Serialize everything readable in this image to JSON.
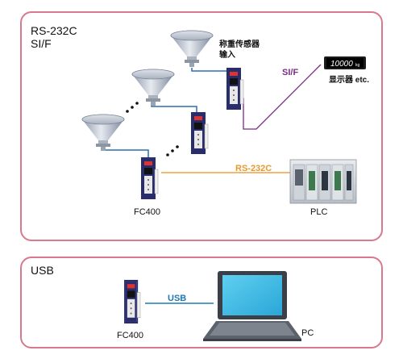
{
  "top_panel": {
    "title_line1": "RS-232C",
    "title_line2": "SI/F",
    "weigh_label_line1": "称重传感器",
    "weigh_label_line2": "输入",
    "sif_link_label": "SI/F",
    "display_value": "10000",
    "display_unit": "kg",
    "display_label": "显示器 etc.",
    "rs232c_link_label": "RS-232C",
    "controller_label": "FC400",
    "plc_label": "PLC"
  },
  "bottom_panel": {
    "title": "USB",
    "usb_link_label": "USB",
    "controller_label": "FC400",
    "pc_label": "PC"
  },
  "colors": {
    "panel_border": "#d9798d",
    "sif_line": "#7b2b86",
    "rs232c_line": "#f0a040",
    "rs232c_text": "#e69a2e",
    "usb_line": "#1f78b4",
    "cable": "#2a6fb0",
    "device_body": "#2a2d6b"
  }
}
